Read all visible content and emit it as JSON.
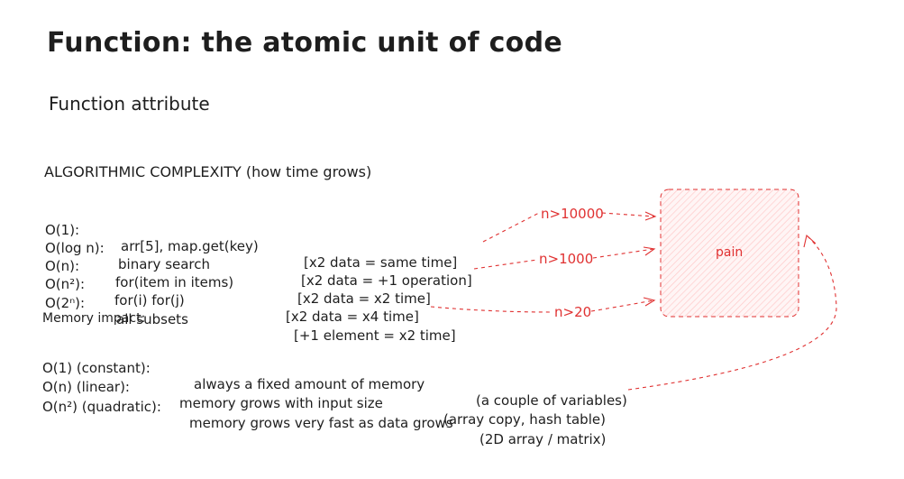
{
  "title": "Function: the atomic unit of code",
  "subtitle": "Function attribute",
  "complexity": {
    "heading": "ALGORITHMIC COMPLEXITY (how time grows)",
    "rows": [
      {
        "notation": "O(1):",
        "example": "arr[5], map.get(key)",
        "scaling": "[x2 data = same time]"
      },
      {
        "notation": "O(log n):",
        "example": "binary search",
        "scaling": "[x2 data = +1 operation]"
      },
      {
        "notation": "O(n):",
        "example": "for(item in items)",
        "scaling": "[x2 data = x2 time]"
      },
      {
        "notation": "O(n²):",
        "example": "for(i) for(j)",
        "scaling": "[x2 data = x4 time]"
      },
      {
        "notation": "O(2ⁿ):",
        "example": "all subsets",
        "scaling": "[+1 element = x2 time]"
      }
    ]
  },
  "memory": {
    "heading": "Memory impact:",
    "rows": [
      {
        "notation": "O(1) (constant):",
        "description": "always a fixed amount of memory",
        "example": "(a couple of variables)"
      },
      {
        "notation": "O(n) (linear):",
        "description": "memory grows with input size",
        "example": "(array copy, hash table)"
      },
      {
        "notation": "O(n²) (quadratic):",
        "description": "memory grows very fast as data grows",
        "example": "(2D array / matrix)"
      }
    ]
  },
  "thresholds": [
    "n>10000",
    "n>1000",
    "n>20"
  ],
  "pain_box": {
    "label": "pain"
  },
  "colors": {
    "accent": "#e03131",
    "pain_fill": "#ffe3e3",
    "text": "#1e1e1e"
  }
}
